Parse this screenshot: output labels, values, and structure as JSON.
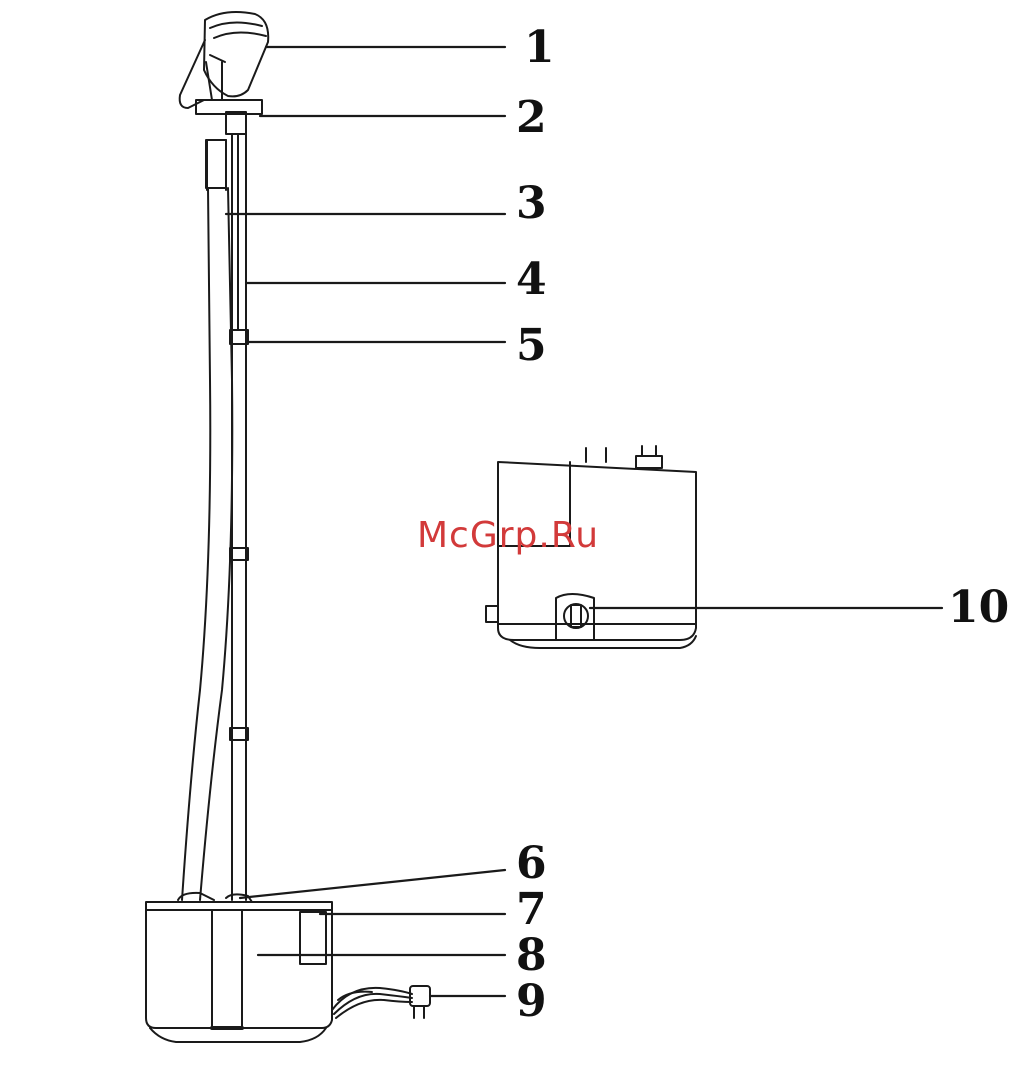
{
  "labels": [
    "1",
    "2",
    "3",
    "4",
    "5",
    "6",
    "7",
    "8",
    "9",
    "10"
  ],
  "watermark": "McGrp.Ru",
  "colors": {
    "line": "#1a1a1a",
    "watermark": "#d23a3a",
    "background": "#ffffff"
  }
}
